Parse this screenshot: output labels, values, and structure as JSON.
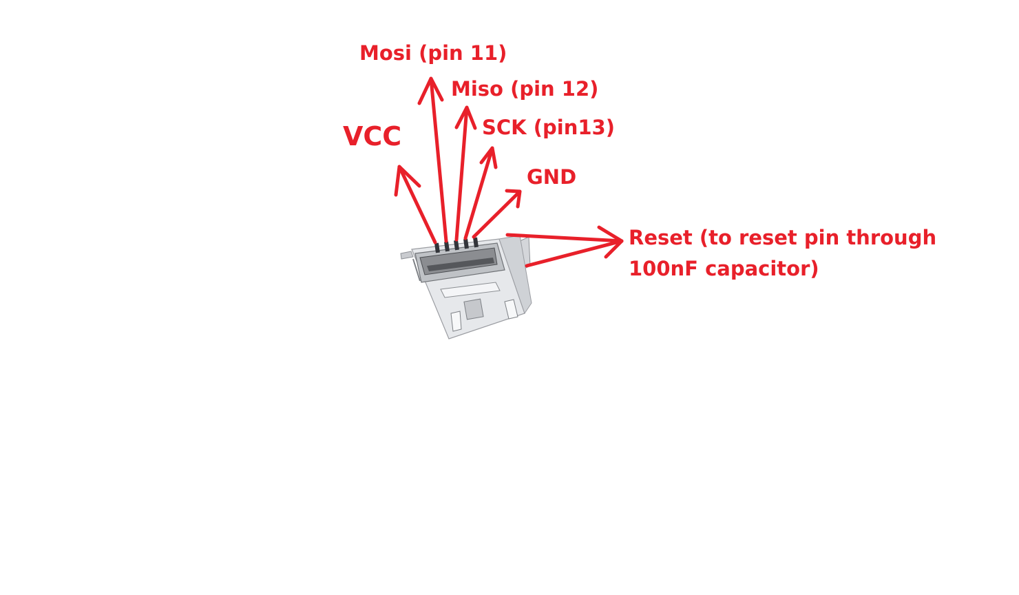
{
  "diagram": {
    "accent_color": "#e8202a",
    "component": "mini-usb-connector-photo",
    "labels": {
      "mosi": "Mosi (pin 11)",
      "miso": "Miso (pin 12)",
      "sck": "SCK (pin13)",
      "vcc": "VCC",
      "gnd": "GND",
      "reset_line1": "Reset (to reset pin through",
      "reset_line2": "100nF capacitor)"
    }
  }
}
